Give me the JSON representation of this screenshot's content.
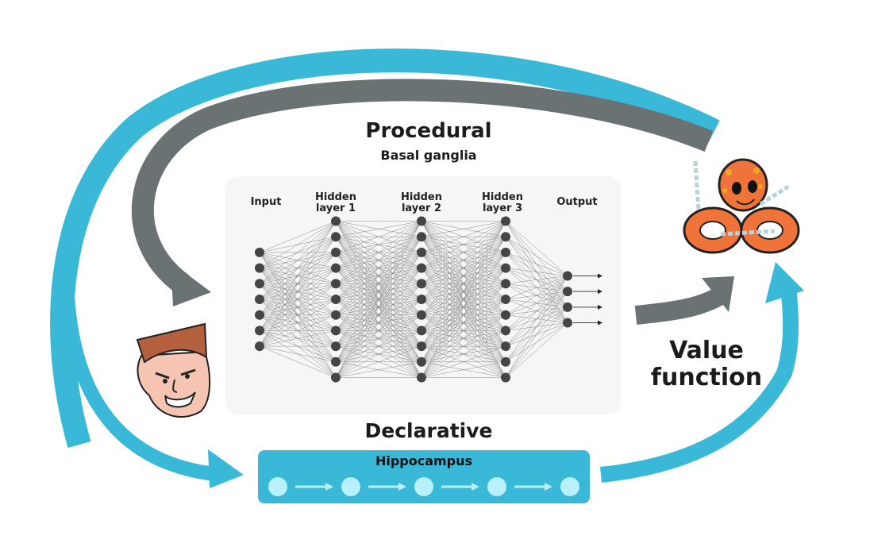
{
  "colors": {
    "blue": "#39b9d7",
    "gray": "#6b7274",
    "panel": "#f6f5f8",
    "node": "#454545",
    "edge": "#8a8a8a",
    "hippo_node": "#b8f0fb",
    "octopus": "#f0733a",
    "face_skin": "#f6c4b2",
    "face_hair": "#b5603f"
  },
  "procedural": {
    "title": "Procedural",
    "subtitle": "Basal ganglia"
  },
  "network": {
    "layers": [
      {
        "label_line1": "Input",
        "label_line2": "",
        "nodes": 7
      },
      {
        "label_line1": "Hidden",
        "label_line2": "layer 1",
        "nodes": 11
      },
      {
        "label_line1": "Hidden",
        "label_line2": "layer 2",
        "nodes": 11
      },
      {
        "label_line1": "Hidden",
        "label_line2": "layer 3",
        "nodes": 11
      },
      {
        "label_line1": "Output",
        "label_line2": "",
        "nodes": 4
      }
    ]
  },
  "declarative": {
    "title": "Declarative",
    "subtitle": "Hippocampus",
    "sequence_nodes": 5
  },
  "value_function": {
    "line1": "Value",
    "line2": "function"
  },
  "characters": {
    "agent": "angry-man-face",
    "reward": "chained-octopus"
  }
}
